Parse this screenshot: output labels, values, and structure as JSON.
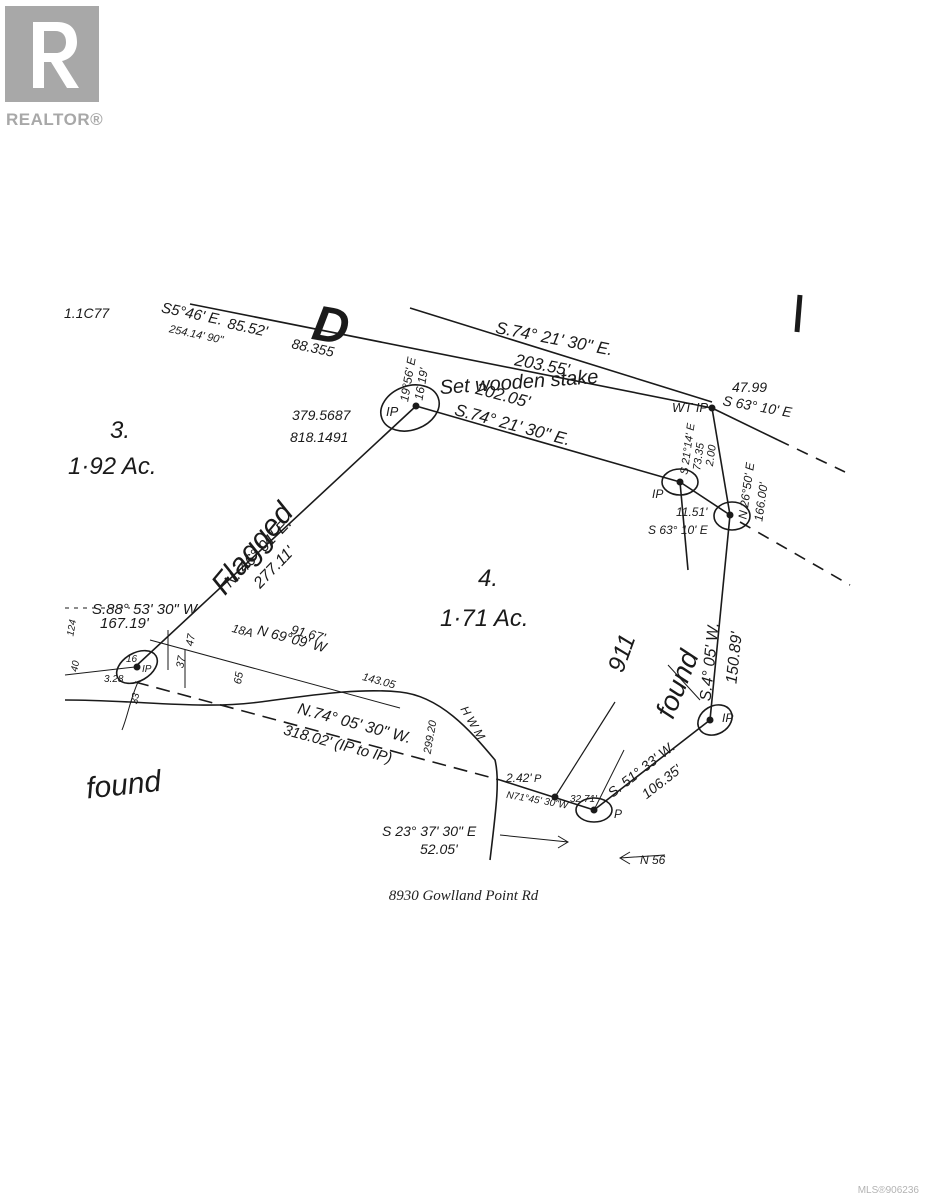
{
  "branding": {
    "logo_text": "REALTOR®",
    "logo_color": "#a8a8a8"
  },
  "plan": {
    "road_fragments": {
      "top_left": "1.1C77",
      "road_letter": "D"
    },
    "lots": [
      {
        "number": "3.",
        "area": "1·92 Ac."
      },
      {
        "number": "4.",
        "area": "1·71 Ac."
      }
    ],
    "top_boundary": {
      "bearing": "S.74° 21' 30\" E.",
      "distance": "203.55'",
      "left_bearing": "S5°46' E.",
      "left_dist": "85.52'",
      "left_small": "254.14' 90\"",
      "left_value": "88.355"
    },
    "north_line": {
      "bearing": "S.74° 21' 30\" E.",
      "distance": "202.05'"
    },
    "northwest_line": {
      "bearing": "N. 46° 01' E.",
      "distance": "277.11'"
    },
    "south_line": {
      "bearing": "N.74° 05' 30\" W.",
      "distance": "318.02' (IP to IP)"
    },
    "east_line": {
      "bearing": "S.4° 05' W.",
      "distance": "150.89'"
    },
    "southeast_line": {
      "bearing": "S. 51° 33' W.",
      "distance": "106.35'"
    },
    "southwest_bottom": {
      "bearing": "S 23° 37' 30\" E",
      "distance": "52.05'"
    },
    "west_line": {
      "bearing": "S.88° 53' 30\" W",
      "distance": "167.19'"
    },
    "interior_line": {
      "bearing": "N 69°09' W",
      "distance": "91.67'",
      "prefix": "18A",
      "suffix": "143.05"
    },
    "ne_corner": {
      "label": "WT IP",
      "distance": "47.99",
      "bearing": "S 63° 10' E"
    },
    "east_small_a": {
      "bearing": "S 21°14' E",
      "dist1": "73.35",
      "dist2": "2.00"
    },
    "east_small_b": {
      "bearing": "N 26°50' E",
      "distance": "166.00'"
    },
    "east_short": {
      "distance": "11.51'",
      "bearing": "S 63° 10' E"
    },
    "corner_pins": {
      "nw_coords1": "379.5687",
      "nw_coords2": "818.1491",
      "nw_label": "IP",
      "e_label": "IP",
      "se_label": "IP"
    },
    "stake_bearing": {
      "line1": "19°56' E",
      "line2": "16.19'"
    },
    "misc": {
      "b1": "2.42'",
      "b2": "N71°45' 30\"W",
      "b3": "32.71'",
      "n56": "N 56",
      "w_small1": "40",
      "w_small2": "124",
      "w_small3": "47",
      "w_small4": "37",
      "w_small5": "65",
      "w_small6": "33",
      "w_small7": "3.28",
      "w_small8": "16",
      "w_ip": "IP",
      "hwm": "H W M",
      "hwm_val": "299.20",
      "p1": "P",
      "p2": "P",
      "se_found": "911"
    },
    "handwritten": {
      "stake": "Set wooden stake",
      "flagged": "Flagged",
      "found_left": "found",
      "found_right": "found"
    }
  },
  "caption": "8930 Gowlland Point Rd",
  "mls": "MLS®906236"
}
